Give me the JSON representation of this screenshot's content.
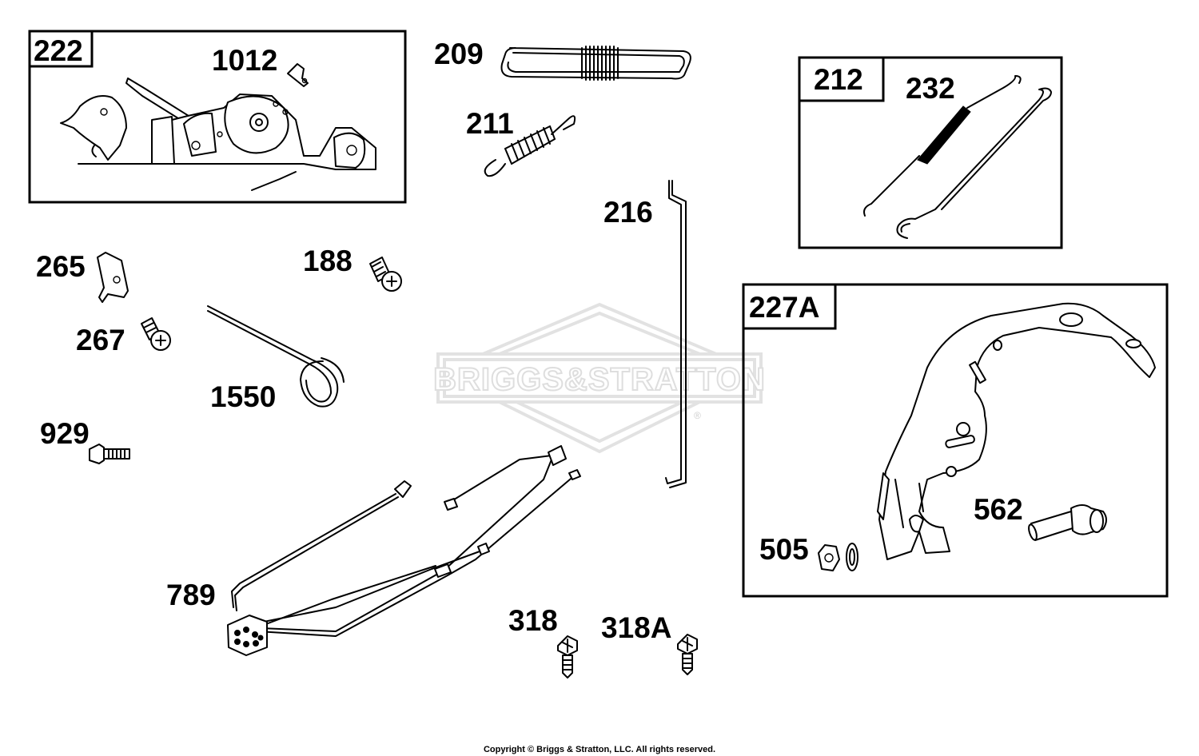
{
  "watermark": {
    "text": "BRIGGS&STRATTON",
    "registered_mark": "®"
  },
  "groups": [
    {
      "id": "222",
      "label": "222"
    },
    {
      "id": "212",
      "label": "212"
    },
    {
      "id": "227A",
      "label": "227A"
    }
  ],
  "parts": [
    {
      "id": "1012",
      "label": "1012",
      "description_icon": "bracket-clip"
    },
    {
      "id": "209",
      "label": "209",
      "description_icon": "long-spring"
    },
    {
      "id": "211",
      "label": "211",
      "description_icon": "extension-spring"
    },
    {
      "id": "232",
      "label": "232",
      "description_icon": "spring-link"
    },
    {
      "id": "216",
      "label": "216",
      "description_icon": "rod"
    },
    {
      "id": "265",
      "label": "265",
      "description_icon": "clip"
    },
    {
      "id": "188",
      "label": "188",
      "description_icon": "screw"
    },
    {
      "id": "267",
      "label": "267",
      "description_icon": "screw"
    },
    {
      "id": "1550",
      "label": "1550",
      "description_icon": "wire-spring"
    },
    {
      "id": "929",
      "label": "929",
      "description_icon": "bolt"
    },
    {
      "id": "789",
      "label": "789",
      "description_icon": "wiring-harness"
    },
    {
      "id": "318",
      "label": "318",
      "description_icon": "screw"
    },
    {
      "id": "318A",
      "label": "318A",
      "description_icon": "screw"
    },
    {
      "id": "505",
      "label": "505",
      "description_icon": "nut"
    },
    {
      "id": "562",
      "label": "562",
      "description_icon": "bolt"
    }
  ],
  "footer": {
    "copyright": "Copyright © Briggs & Stratton, LLC. All rights reserved."
  }
}
